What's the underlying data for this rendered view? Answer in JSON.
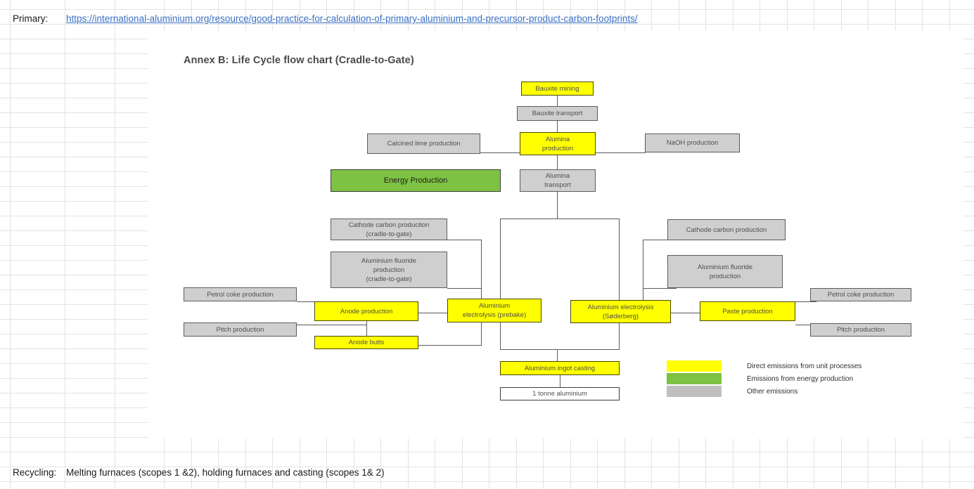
{
  "sheet": {
    "rows": [
      {
        "label": "Primary:",
        "value_is_link": true,
        "link": "https://international-aluminium.org/resource/good-practice-for-calculation-of-primary-aluminium-and-precursor-product-carbon-footprints/"
      },
      {
        "label": "Recycling:",
        "value_is_link": false,
        "value": "Melting furnaces (scopes 1 &2), holding furnaces and casting (scopes 1& 2)"
      }
    ]
  },
  "chart_data": {
    "type": "diagram",
    "title": "Annex B: Life Cycle flow chart (Cradle-to-Gate)",
    "nodes": [
      {
        "id": "bauxite-mining",
        "label": "Bauxite mining",
        "category": "direct"
      },
      {
        "id": "bauxite-transport",
        "label": "Bauxite transport",
        "category": "other"
      },
      {
        "id": "calcined-lime",
        "label": "Calcined lime production",
        "category": "other"
      },
      {
        "id": "alumina-production",
        "label": "Alumina\nproduction",
        "category": "direct"
      },
      {
        "id": "naoh-production",
        "label": "NaOH production",
        "category": "other"
      },
      {
        "id": "energy-production",
        "label": "Energy Production",
        "category": "energy"
      },
      {
        "id": "alumina-transport",
        "label": "Alumina\ntransport",
        "category": "other"
      },
      {
        "id": "cathode-carbon-ctg",
        "label": "Cathode carbon production\n(cradle-to-gate)",
        "category": "other"
      },
      {
        "id": "alu-fluoride-ctg",
        "label": "Aluminium fluoride\nproduction\n(cradle-to-gate)",
        "category": "other"
      },
      {
        "id": "cathode-carbon",
        "label": "Cathode carbon production",
        "category": "other"
      },
      {
        "id": "alu-fluoride",
        "label": "Aluminium fluoride\nproduction",
        "category": "other"
      },
      {
        "id": "petrol-coke-left",
        "label": "Petrol coke production",
        "category": "other"
      },
      {
        "id": "pitch-left",
        "label": "Pitch production",
        "category": "other"
      },
      {
        "id": "anode-production",
        "label": "Anode production",
        "category": "direct"
      },
      {
        "id": "anode-butts",
        "label": "Anode butts",
        "category": "direct"
      },
      {
        "id": "electrolysis-prebake",
        "label": "Aluminium\nelectrolysis (prebake)",
        "category": "direct"
      },
      {
        "id": "electrolysis-soderberg",
        "label": "Aluminium electrolysis\n(Søderberg)",
        "category": "direct"
      },
      {
        "id": "paste-production",
        "label": "Paste production",
        "category": "direct"
      },
      {
        "id": "petrol-coke-right",
        "label": "Petrol coke production",
        "category": "other"
      },
      {
        "id": "pitch-right",
        "label": "Pitch production",
        "category": "other"
      },
      {
        "id": "ingot-casting",
        "label": "Aluminium ingot casting",
        "category": "direct"
      },
      {
        "id": "one-tonne",
        "label": "1 tonne aluminium",
        "category": "output"
      }
    ],
    "legend": [
      {
        "color": "#ffff00",
        "label": "Direct emissions from unit processes"
      },
      {
        "color": "#7dc242",
        "label": "Emissions from energy production"
      },
      {
        "color": "#bfbfbf",
        "label": "Other emissions"
      }
    ],
    "colors": {
      "direct": "#ffff00",
      "energy": "#7dc242",
      "other": "#cfcfcf",
      "output": "#ffffff",
      "link": "#3a6fc4",
      "title": "#4a4a4a"
    }
  }
}
